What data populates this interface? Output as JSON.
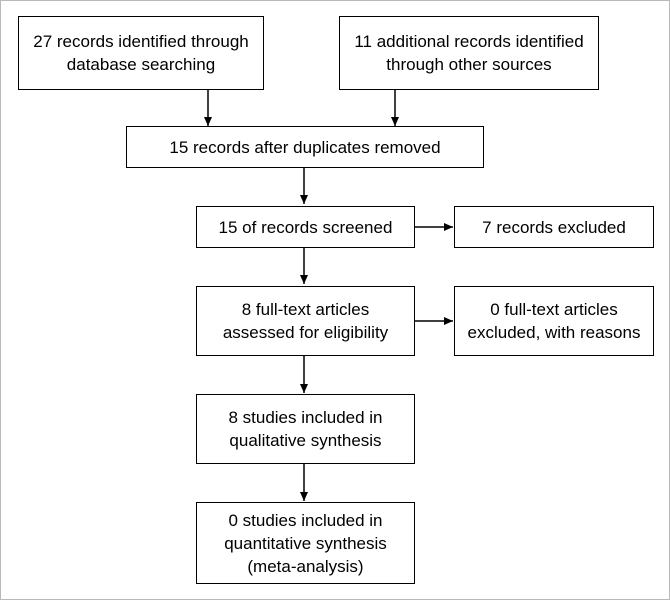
{
  "flowchart": {
    "identification": {
      "database": [
        "27 records identified through",
        "database searching"
      ],
      "other_sources": [
        "11 additional records identified",
        "through other sources"
      ]
    },
    "duplicates_removed": [
      "15 records after duplicates removed"
    ],
    "screened": [
      "15 of records screened"
    ],
    "excluded": [
      "7 records excluded"
    ],
    "full_text_assessed": [
      "8 full-text articles",
      "assessed for eligibility"
    ],
    "full_text_excluded": [
      "0 full-text articles",
      "excluded, with reasons"
    ],
    "qualitative": [
      "8 studies included in",
      "qualitative synthesis"
    ],
    "quantitative": [
      "0 studies included in",
      "quantitative synthesis",
      "(meta-analysis)"
    ]
  }
}
